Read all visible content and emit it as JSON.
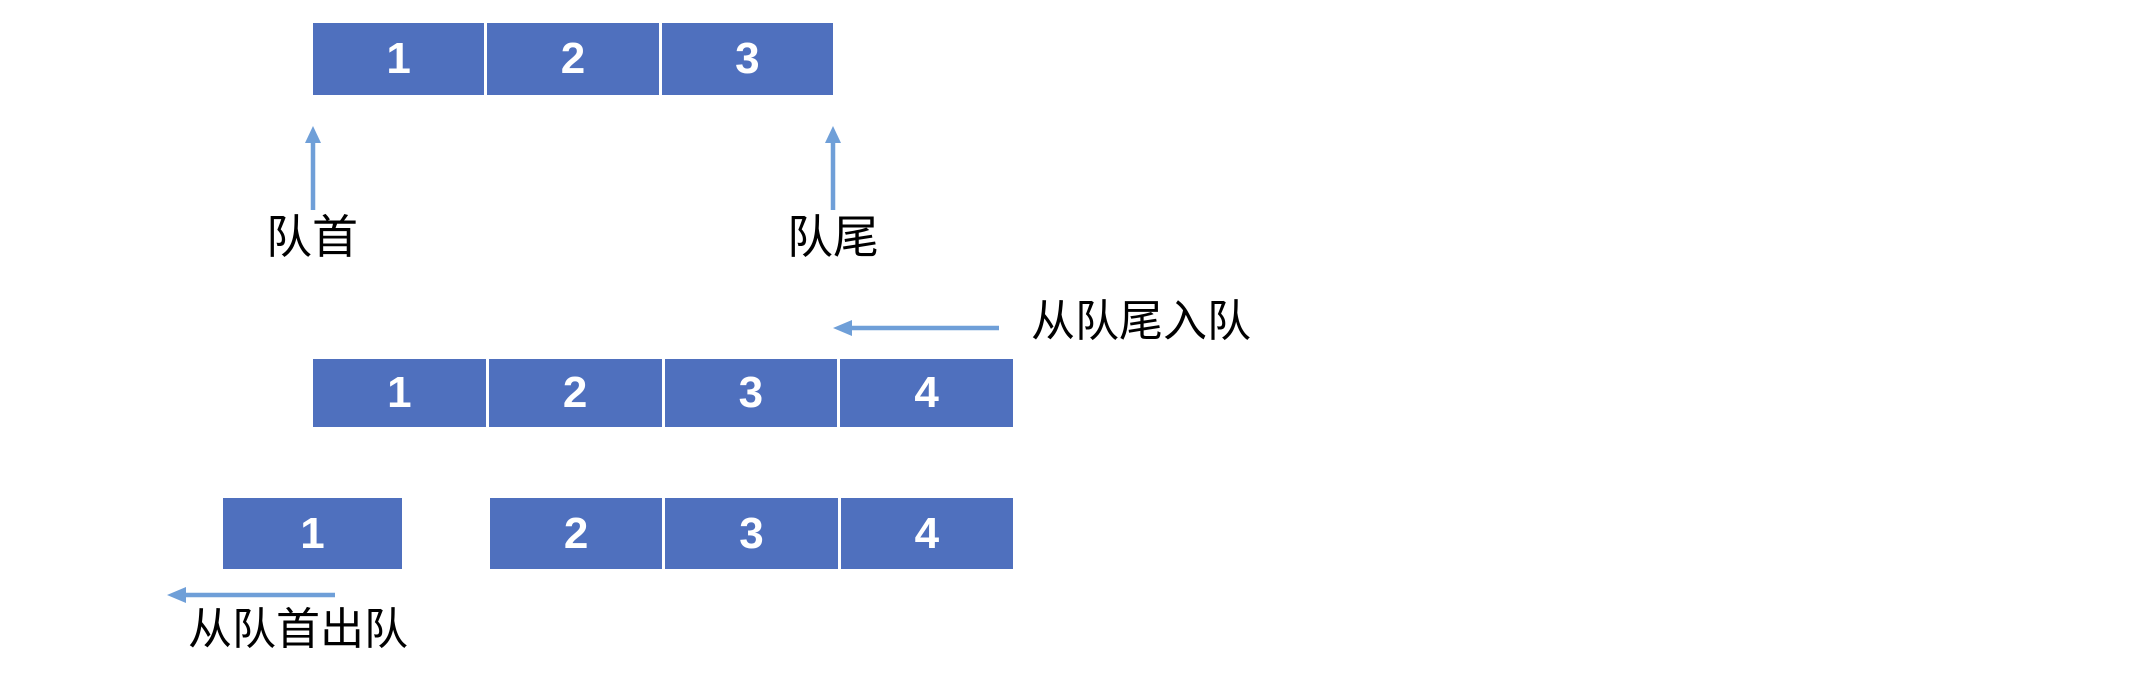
{
  "colors": {
    "box_fill": "#4F70BE",
    "arrow": "#6F9FD8",
    "number_text": "#FFFFFF",
    "label_text": "#000000",
    "background": "#FFFFFF"
  },
  "labels": {
    "front": "队首",
    "rear": "队尾",
    "enqueue": "从队尾入队",
    "dequeue": "从队首出队"
  },
  "queues": {
    "initial": {
      "cells": [
        "1",
        "2",
        "3"
      ]
    },
    "after_enqueue": {
      "cells": [
        "1",
        "2",
        "3",
        "4"
      ]
    },
    "after_dequeue": {
      "removed": "1",
      "remaining": [
        "2",
        "3",
        "4"
      ]
    }
  }
}
